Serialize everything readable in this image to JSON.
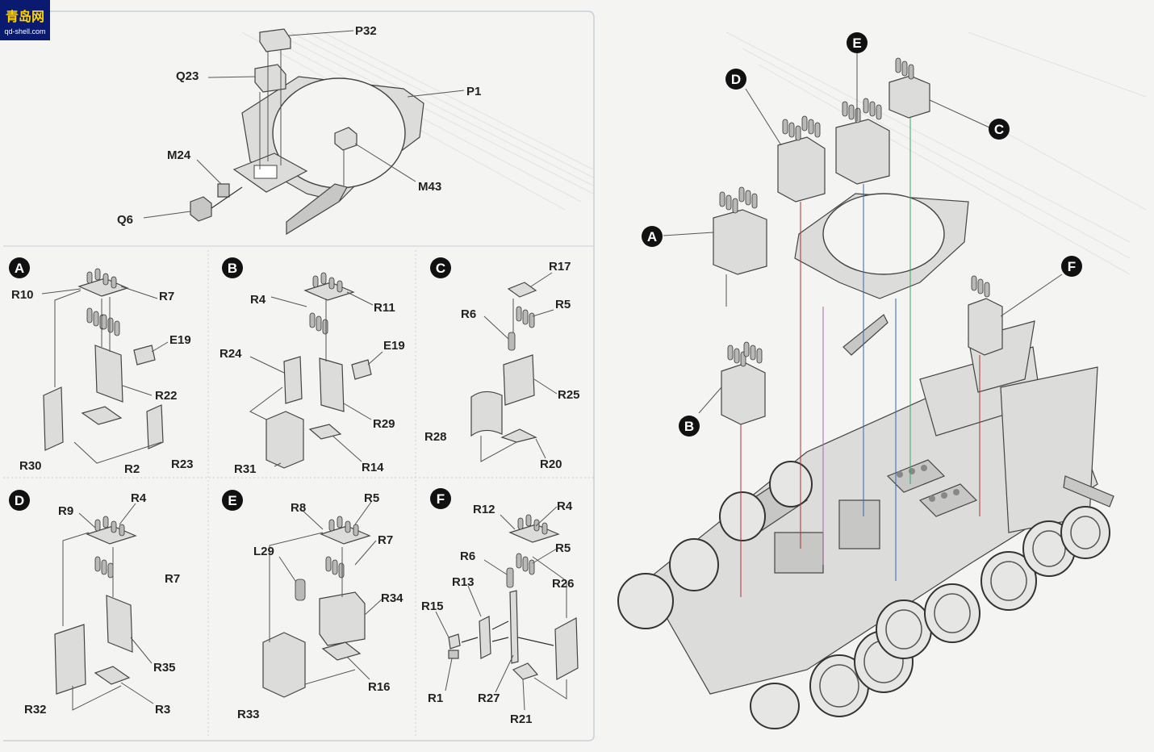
{
  "logo": {
    "text": "青岛网",
    "subtext": "qd-shell.com"
  },
  "main_labels": [
    "P32",
    "Q23",
    "P1",
    "M24",
    "M43",
    "Q6"
  ],
  "sub_A": {
    "letter": "A",
    "labels": [
      "R10",
      "R7",
      "E19",
      "R22",
      "R30",
      "R2",
      "R23"
    ]
  },
  "sub_B": {
    "letter": "B",
    "labels": [
      "R4",
      "R11",
      "R24",
      "E19",
      "R29",
      "R31",
      "R14"
    ]
  },
  "sub_C": {
    "letter": "C",
    "labels": [
      "R17",
      "R6",
      "R5",
      "R25",
      "R28",
      "R20"
    ]
  },
  "sub_D": {
    "letter": "D",
    "labels": [
      "R9",
      "R4",
      "R7",
      "R35",
      "R32",
      "R3"
    ]
  },
  "sub_E": {
    "letter": "E",
    "labels": [
      "R8",
      "R5",
      "L29",
      "R7",
      "R34",
      "R16",
      "R33"
    ]
  },
  "sub_F": {
    "letter": "F",
    "labels": [
      "R12",
      "R4",
      "R5",
      "R6",
      "R13",
      "R26",
      "R15",
      "R1",
      "R27",
      "R21"
    ]
  },
  "assembly_callouts": [
    "A",
    "B",
    "C",
    "D",
    "E",
    "F"
  ],
  "colors": {
    "line": "#333333",
    "part": "#dcdcda",
    "panel_border": "#c8d0d8",
    "callout": "#111111"
  }
}
